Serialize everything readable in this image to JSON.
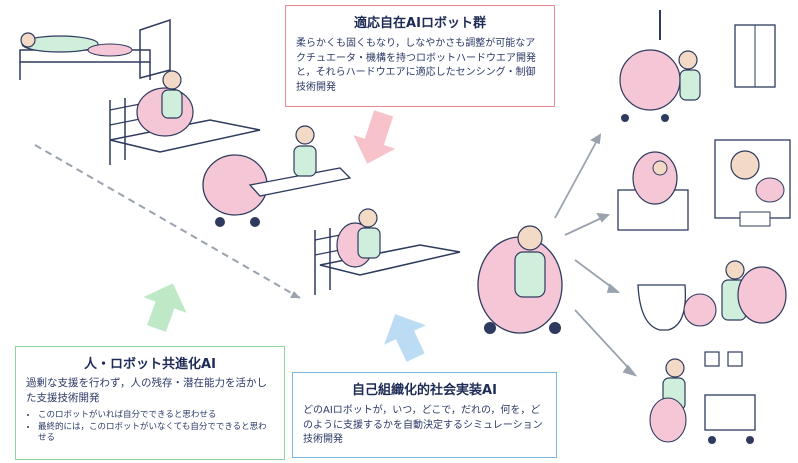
{
  "top_box": {
    "title": "適応自在AIロボット群",
    "body": "柔らかくも固くもなり，しなやかさも調整が可能なアクチュエータ・機構を持つロボットハードウエア開発と，それらハードウエアに適応したセンシング・制御技術開発"
  },
  "left_box": {
    "title": "人・ロボット共進化AI",
    "body": "過剰な支援を行わず，人の残存・潜在能力を活かした支援技術開発",
    "bullets": [
      "このロボットがいれば自分でできると思わせる",
      "最終的には，このロボットがいなくても自分でできると思わせる"
    ]
  },
  "mid_box": {
    "title": "自己組織化的社会実装AI",
    "body": "どのAIロボットが，いつ，どこで，だれの，何を，どのように支援するかを自動決定するシミュレーション技術開発"
  },
  "colors": {
    "top_border": "#e58a93",
    "left_border": "#8fd49b",
    "mid_border": "#7bb7e0",
    "robot_pink": "#f5c6d6",
    "arrow_pink": "#f7c2c9",
    "arrow_green": "#bfe9c6",
    "arrow_blue": "#bcdcf3"
  }
}
